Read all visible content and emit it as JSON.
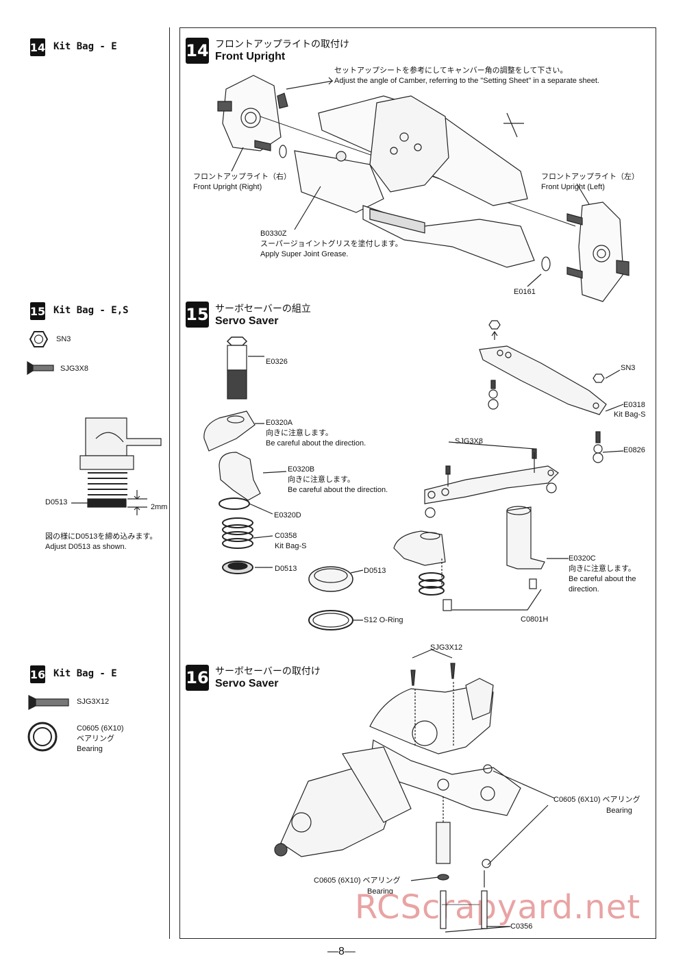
{
  "left": {
    "s14": {
      "num": "14",
      "kit": "Kit Bag - E"
    },
    "s15": {
      "num": "15",
      "kit": "Kit Bag - E,S",
      "item1": "SN3",
      "item2": "SJG3X8",
      "callout": "D0513",
      "dim": "2mm",
      "note_jp": "図の様にD0513を締め込みます。",
      "note_en": "Adjust D0513 as shown."
    },
    "s16": {
      "num": "16",
      "kit": "Kit Bag - E",
      "item1": "SJG3X12",
      "item2a": "C0605 (6X10)",
      "item2b": "ベアリング",
      "item2c": "Bearing"
    }
  },
  "main": {
    "s14": {
      "num": "14",
      "title_jp": "フロントアップライトの取付け",
      "title_en": "Front Upright",
      "note_jp": "セットアップシートを参考にしてキャンバー角の調整をして下さい。",
      "note_en": "Adjust the angle of Camber, referring to the \"Setting Sheet\" in a separate sheet.",
      "right_jp": "フロントアップライト（右）",
      "right_en": "Front Upright (Right)",
      "left_jp": "フロントアップライト（左）",
      "left_en": "Front Upright (Left)",
      "b0330z": "B0330Z",
      "grease_jp": "スーパージョイントグリスを塗付します。",
      "grease_en": "Apply Super Joint Grease.",
      "e0161": "E0161"
    },
    "s15": {
      "num": "15",
      "title_jp": "サーボセーバーの組立",
      "title_en": "Servo Saver",
      "e0326": "E0326",
      "e0320a": "E0320A",
      "dir_jp": "向きに注意します。",
      "dir_en": "Be careful about the direction.",
      "e0320b": "E0320B",
      "e0320d": "E0320D",
      "c0358": "C0358",
      "kitbag_s": "Kit Bag-S",
      "d0513": "D0513",
      "s12": "S12 O-Ring",
      "sn3": "SN3",
      "e0318": "E0318",
      "kitbag_s2": "Kit Bag-S",
      "e0826": "E0826",
      "sjg3x8": "SJG3X8",
      "e0320c": "E0320C",
      "dir_en2a": "Be careful about the",
      "dir_en2b": "direction.",
      "c0801h": "C0801H"
    },
    "s16": {
      "num": "16",
      "title_jp": "サーボセーバーの取付け",
      "title_en": "Servo Saver",
      "sjg3x12": "SJG3X12",
      "c0605_r": "C0605 (6X10) ベアリング",
      "bearing_r": "Bearing",
      "c0605_l": "C0605 (6X10) ベアリング",
      "bearing_l": "Bearing",
      "c0356": "C0356"
    }
  },
  "page_number": "—8—",
  "watermark": "RCScrapyard.net"
}
